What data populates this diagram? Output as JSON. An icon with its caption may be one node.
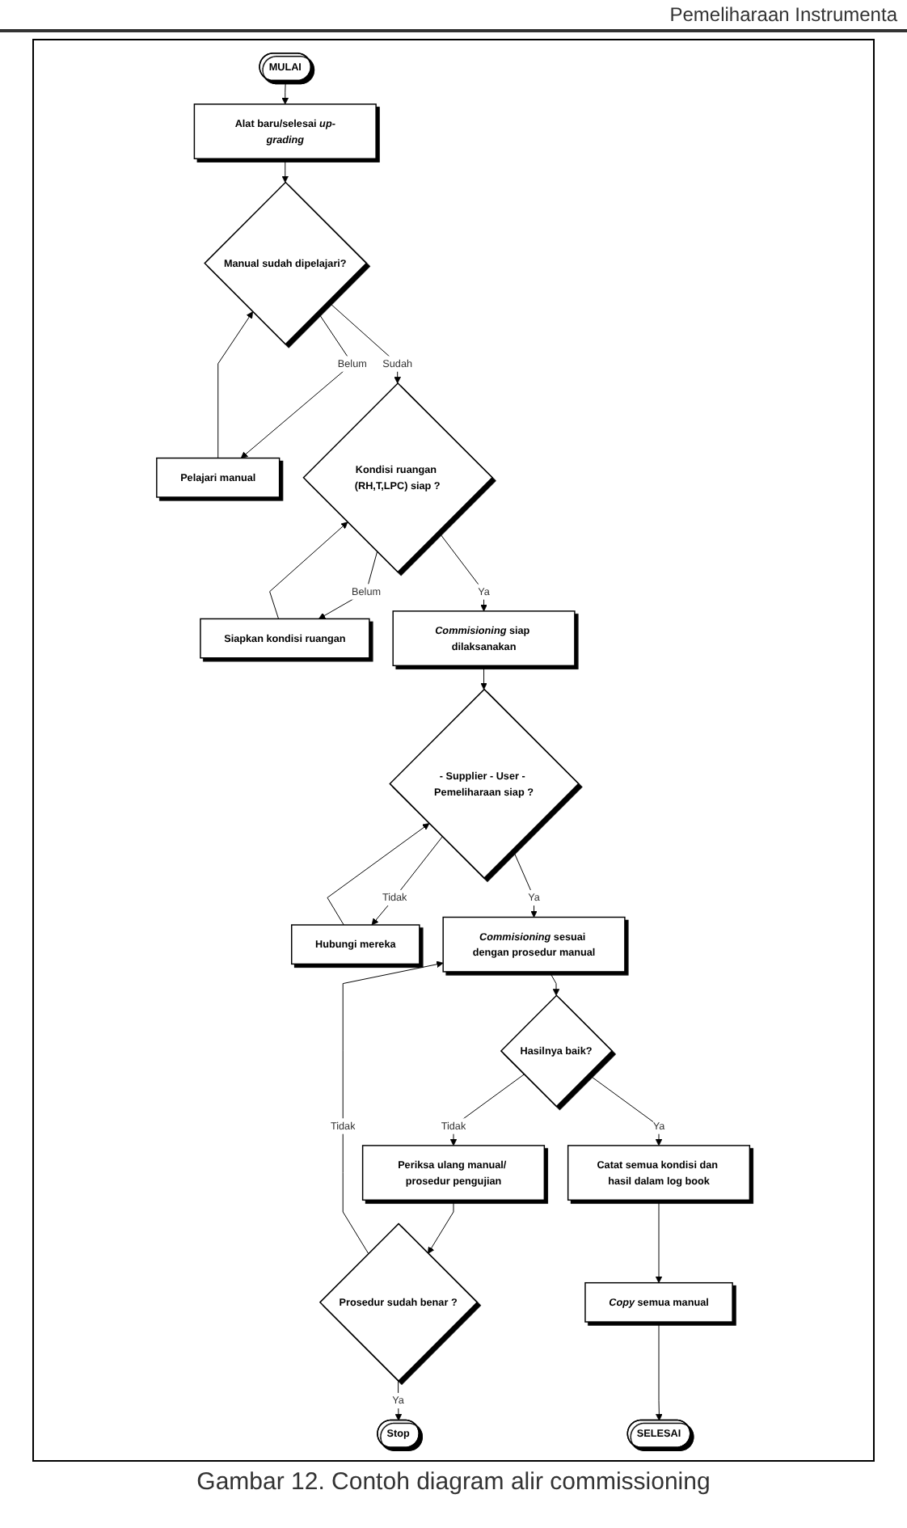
{
  "diagram": {
    "caption": "Gambar 12. Contoh diagram alir commissioning",
    "nodes": [
      {
        "text": [
          "MULAI"
        ]
      },
      {
        "text": [
          "Alat baru/selesai *up-grading*"
        ]
      },
      {
        "text": [
          "Manual sudah dipelajari?"
        ]
      },
      {
        "text": [
          "Pelajari manual"
        ]
      },
      {
        "text": [
          "Kondisi ruangan (RH,T,LPC) siap ?"
        ]
      },
      {
        "text": [
          "Siapkan kondisi ruangan"
        ]
      },
      {
        "text": [
          "*Commisioning* siap dilaksanakan"
        ]
      },
      {
        "text": [
          "- Supplier - User - Pemeliharaan siap ?"
        ]
      },
      {
        "text": [
          "Hubungi mereka"
        ]
      },
      {
        "text": [
          "*Commisioning* sesuai dengan prosedur manual"
        ]
      },
      {
        "text": [
          "Hasilnya baik?"
        ]
      },
      {
        "text": [
          "Periksa ulang manual/ prosedur pengujian"
        ]
      },
      {
        "text": [
          "Prosedur sudah benar ?"
        ]
      },
      {
        "text": [
          "Stop"
        ]
      },
      {
        "text": [
          "Catat semua kondisi dan hasil dalam log book"
        ]
      },
      {
        "text": [
          "*Copy* semua manual"
        ]
      },
      {
        "text": [
          "SELESAI"
        ]
      }
    ],
    "edges": [
      {
        "from": 0,
        "to": 1,
        "arrow": "to"
      },
      {
        "from": 1,
        "to": 2,
        "arrow": "to"
      },
      {
        "from": 2,
        "to": 3,
        "label": "Belum",
        "arrow": "to"
      },
      {
        "from": 3,
        "to": 2,
        "arrow": "to"
      },
      {
        "from": 2,
        "to": 4,
        "label": "Sudah",
        "arrow": "to"
      },
      {
        "from": 4,
        "to": 5,
        "label": "Belum",
        "arrow": "to"
      },
      {
        "from": 5,
        "to": 4,
        "arrow": "to"
      },
      {
        "from": 4,
        "to": 6,
        "label": "Ya",
        "arrow": "to"
      },
      {
        "from": 6,
        "to": 7,
        "arrow": "to"
      },
      {
        "from": 7,
        "to": 8,
        "label": "Tidak",
        "arrow": "to"
      },
      {
        "from": 8,
        "to": 7,
        "arrow": "to"
      },
      {
        "from": 7,
        "to": 9,
        "label": "Ya",
        "arrow": "to"
      },
      {
        "from": 9,
        "to": 10,
        "arrow": "to"
      },
      {
        "from": 10,
        "to": 11,
        "label": "Tidak",
        "arrow": "to"
      },
      {
        "from": 11,
        "to": 12,
        "arrow": "to"
      },
      {
        "from": 12,
        "to": 9,
        "label": "Tidak",
        "arrow": "to"
      },
      {
        "from": 12,
        "to": 13,
        "label": "Ya",
        "arrow": "to"
      },
      {
        "from": 10,
        "to": 14,
        "label": "Ya",
        "arrow": "to"
      },
      {
        "from": 14,
        "to": 15,
        "arrow": "to"
      },
      {
        "from": 15,
        "to": 16,
        "arrow": "to"
      }
    ],
    "labels": [
      "Pemeliharaan Instrumenta"
    ]
  }
}
